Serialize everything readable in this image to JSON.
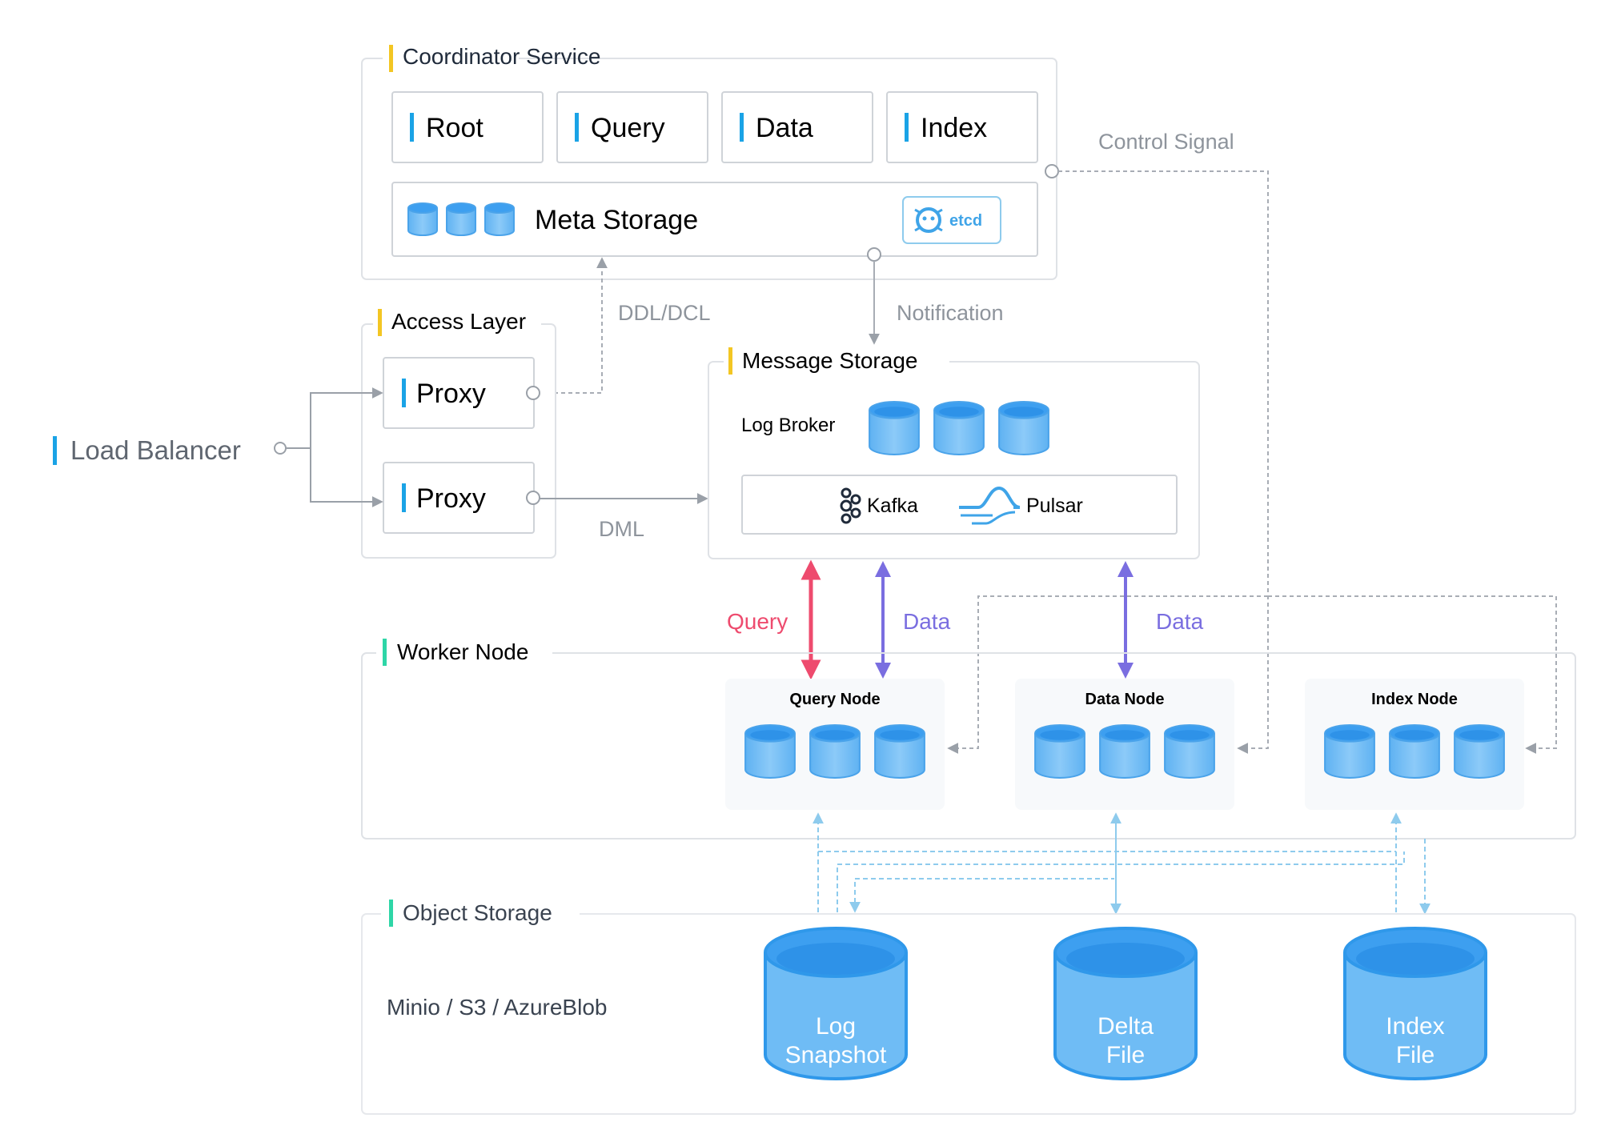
{
  "coordinator": {
    "title": "Coordinator Service",
    "roles": [
      "Root",
      "Query",
      "Data",
      "Index"
    ],
    "meta_storage": "Meta Storage",
    "etcd": "etcd"
  },
  "control_signal": "Control Signal",
  "access_layer": {
    "title": "Access Layer",
    "proxies": [
      "Proxy",
      "Proxy"
    ]
  },
  "load_balancer": "Load Balancer",
  "ddl_label": "DDL/DCL",
  "notification_label": "Notification",
  "dml_label": "DML",
  "message_storage": {
    "title": "Message Storage",
    "log_broker": "Log Broker",
    "kafka": "Kafka",
    "pulsar": "Pulsar"
  },
  "flows": {
    "query": "Query",
    "data_left": "Data",
    "data_right": "Data"
  },
  "worker_node": {
    "title": "Worker Node",
    "nodes": [
      "Query Node",
      "Data Node",
      "Index Node"
    ]
  },
  "object_storage": {
    "title": "Object Storage",
    "backends": "Minio / S3 / AzureBlob",
    "stores": [
      {
        "line1": "Log",
        "line2": "Snapshot"
      },
      {
        "line1": "Delta",
        "line2": "File"
      },
      {
        "line1": "Index",
        "line2": "File"
      }
    ]
  },
  "colors": {
    "accent_yellow": "#f3c623",
    "accent_blue": "#1aa3e6",
    "accent_teal": "#2ed6a7",
    "query_red": "#ee4b6e",
    "data_purple": "#7a6ee0",
    "cyl_fill": "#6fbcf5",
    "cyl_top": "#3a9ef2",
    "line_gray": "#a8adb5"
  }
}
